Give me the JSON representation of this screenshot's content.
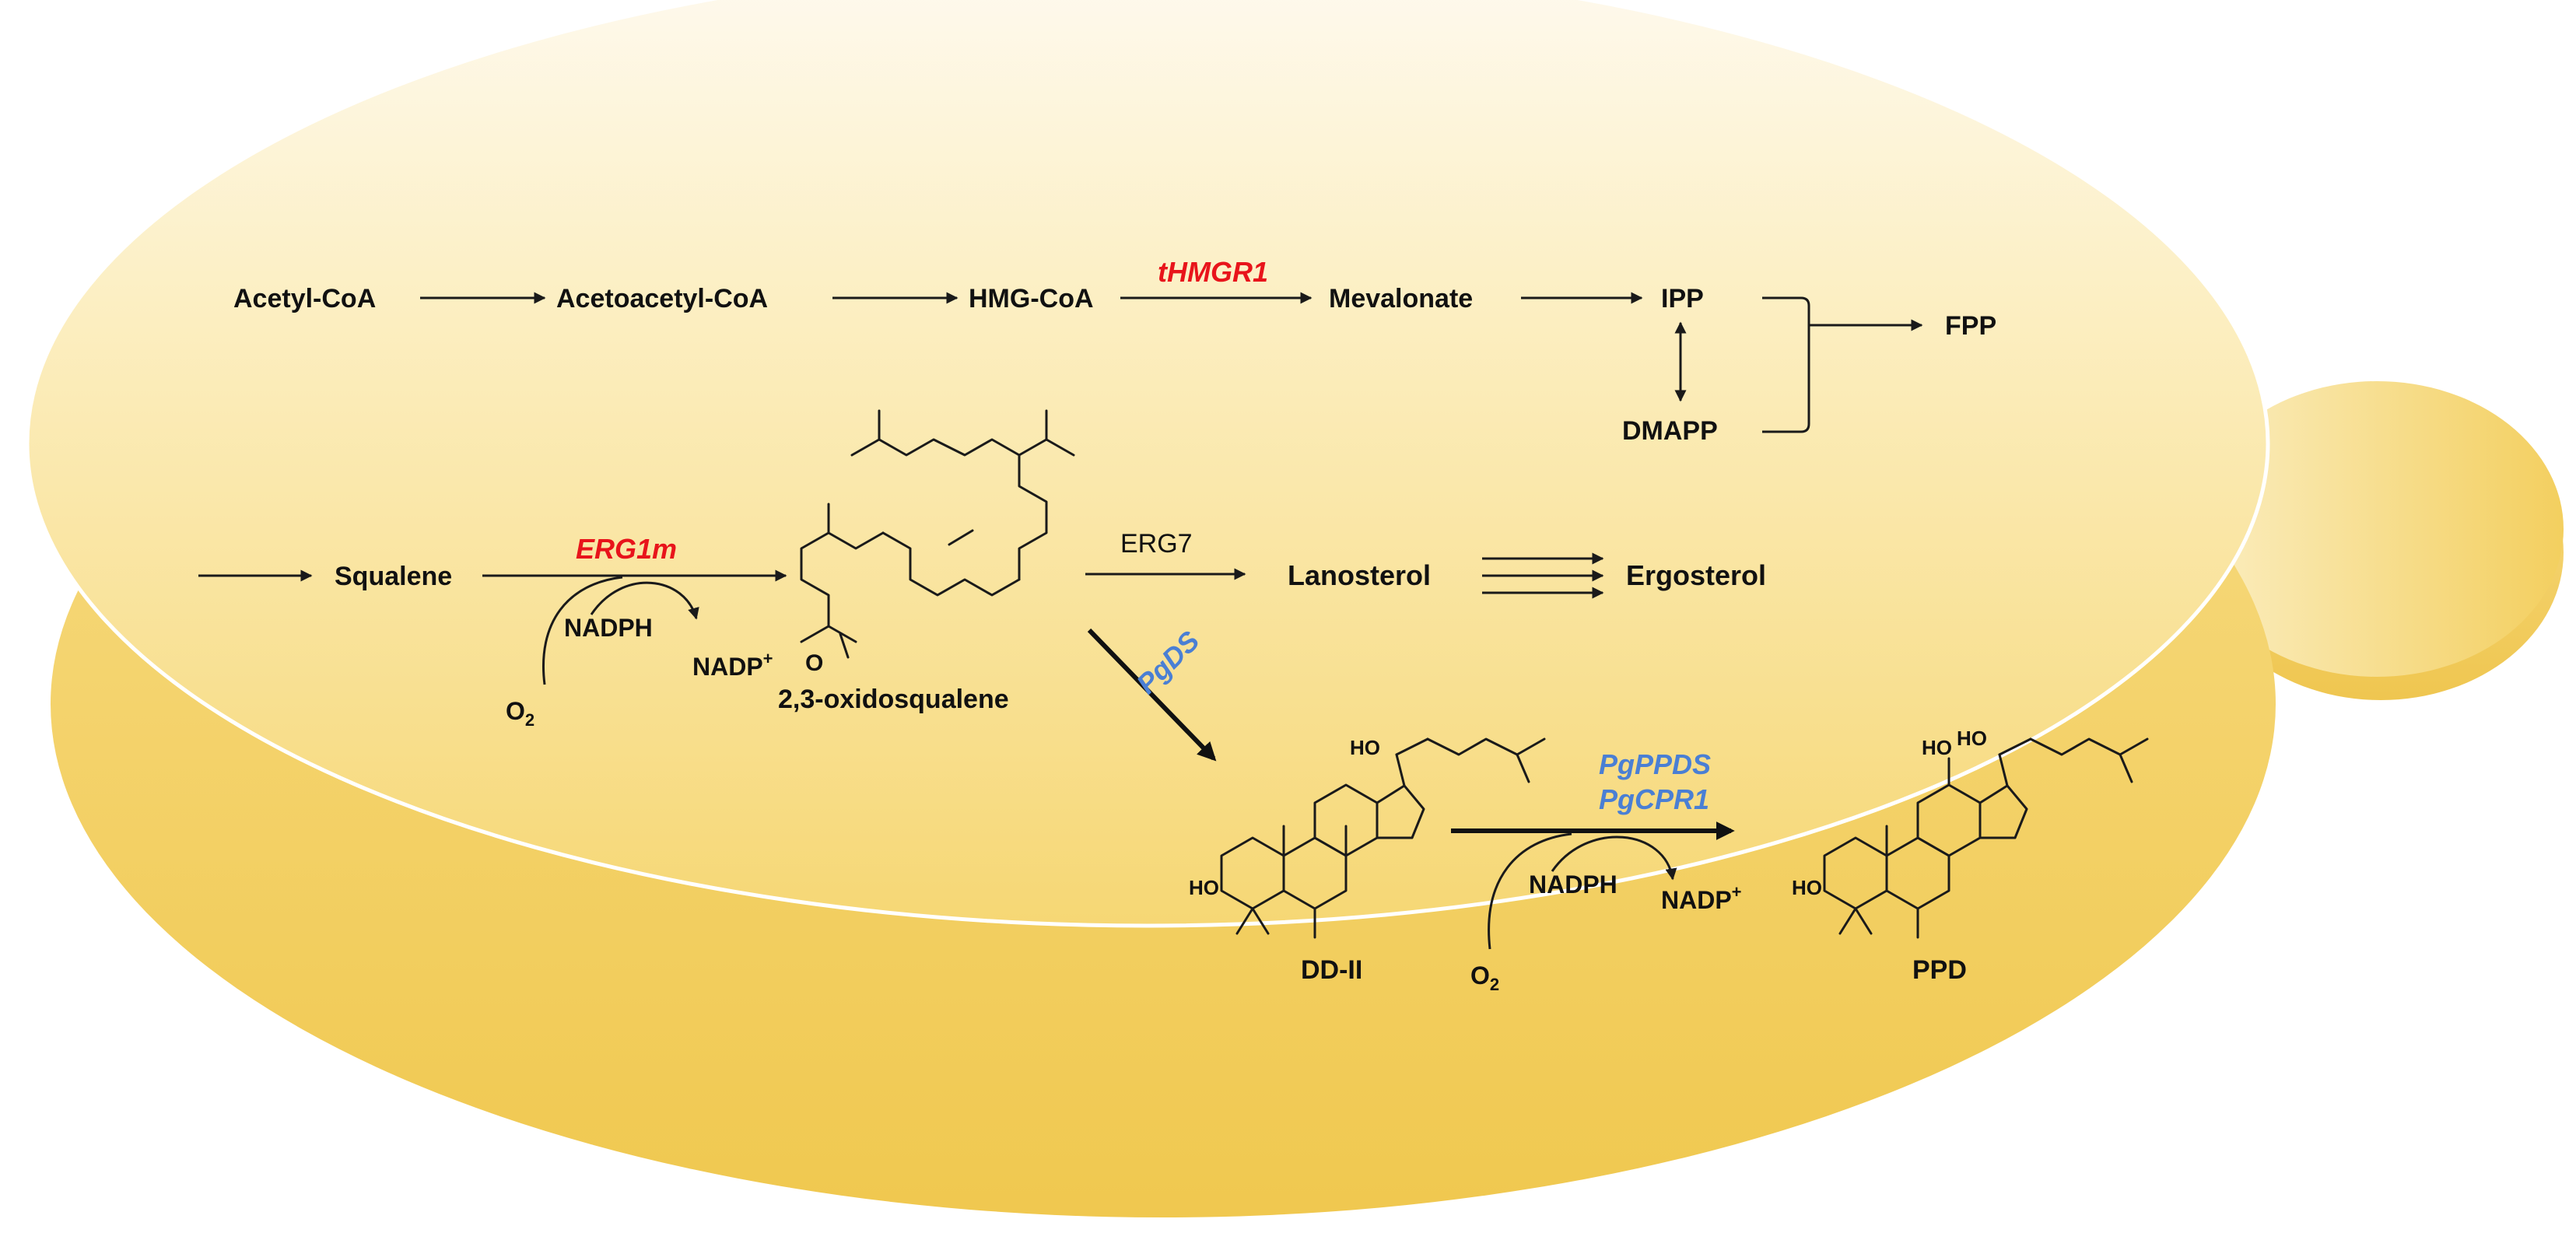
{
  "colors": {
    "enzyme_red": "#e8141b",
    "enzyme_blue": "#4a7fd4",
    "cell_top": "#fdf2c4",
    "cell_mid": "#f8dc85",
    "cell_side": "#f2cd5c",
    "text": "#111111"
  },
  "metabolites": {
    "acetyl_coa": "Acetyl-CoA",
    "acetoacetyl_coa": "Acetoacetyl-CoA",
    "hmg_coa": "HMG-CoA",
    "mevalonate": "Mevalonate",
    "ipp": "IPP",
    "dmapp": "DMAPP",
    "fpp": "FPP",
    "squalene": "Squalene",
    "oxidosqualene": "2,3-oxidosqualene",
    "lanosterol": "Lanosterol",
    "ergosterol": "Ergosterol",
    "dd_ii": "DD-II",
    "ppd": "PPD"
  },
  "enzymes": {
    "thmgr1": "tHMGR1",
    "erg1m": "ERG1m",
    "erg7": "ERG7",
    "pgds": "PgDS",
    "pgppds": "PgPPDS",
    "pgcpr1": "PgCPR1"
  },
  "cofactors": {
    "nadph_1": "NADPH",
    "nadp_1": "NADP",
    "o2_1": "O",
    "nadph_2": "NADPH",
    "nadp_2": "NADP",
    "o2_2": "O",
    "plus": "+",
    "sub2": "2"
  },
  "structure_labels": {
    "oxido_o": "O",
    "ho_dd_side": "HO",
    "ho_dd_ring": "HO",
    "ho_ppd_side": "HO",
    "ho_ppd_12": "HO",
    "ho_ppd_ring": "HO"
  }
}
